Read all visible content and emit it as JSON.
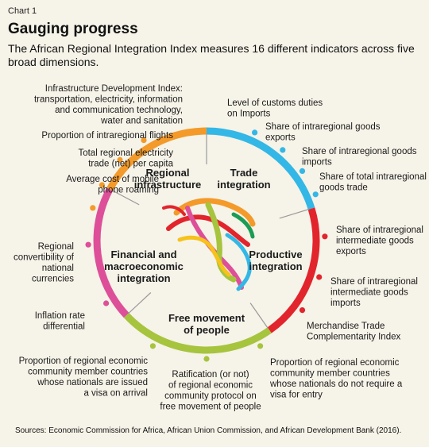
{
  "header": {
    "chart_label": "Chart 1",
    "title": "Gauging progress",
    "subtitle": "The African Regional Integration Index measures 16 different indicators across five broad dimensions."
  },
  "source": "Sources: Economic Commission for Africa, African Union Commission, and African Development Bank (2016).",
  "colors": {
    "background": "#f6f3e8",
    "trade": "#33b7e6",
    "productive": "#e2242c",
    "people": "#a6c43d",
    "financial": "#dd4f98",
    "infrastructure": "#f39a2a"
  },
  "dimensions": [
    {
      "id": "infrastructure",
      "lines": [
        "Regional",
        "infrastructure"
      ]
    },
    {
      "id": "trade",
      "lines": [
        "Trade",
        "integration"
      ]
    },
    {
      "id": "productive",
      "lines": [
        "Productive",
        "integration"
      ]
    },
    {
      "id": "people",
      "lines": [
        "Free movement",
        "of people"
      ]
    },
    {
      "id": "financial",
      "lines": [
        "Financial and",
        "macroeconomic",
        "integration"
      ]
    }
  ],
  "indicators": [
    {
      "dimension": "infrastructure",
      "lines": [
        "Infrastructure Development Index:",
        "transportation, electricity, information",
        "and communication technology,",
        "water and sanitation"
      ]
    },
    {
      "dimension": "infrastructure",
      "lines": [
        "Proportion of intraregional flights"
      ]
    },
    {
      "dimension": "infrastructure",
      "lines": [
        "Total regional electricity",
        "trade (net) per capita"
      ]
    },
    {
      "dimension": "infrastructure",
      "lines": [
        "Average cost of mobile",
        "phone roaming"
      ]
    },
    {
      "dimension": "trade",
      "lines": [
        "Level of customs duties",
        "on Imports"
      ]
    },
    {
      "dimension": "trade",
      "lines": [
        "Share of intraregional goods",
        "exports"
      ]
    },
    {
      "dimension": "trade",
      "lines": [
        "Share of intraregional goods",
        "imports"
      ]
    },
    {
      "dimension": "trade",
      "lines": [
        "Share of total intraregional",
        "goods trade"
      ]
    },
    {
      "dimension": "productive",
      "lines": [
        "Share of intraregional",
        "intermediate goods",
        "exports"
      ]
    },
    {
      "dimension": "productive",
      "lines": [
        "Share of intraregional",
        "intermediate goods",
        "imports"
      ]
    },
    {
      "dimension": "productive",
      "lines": [
        "Merchandise Trade",
        "Complementarity Index"
      ]
    },
    {
      "dimension": "people",
      "lines": [
        "Proportion of regional economic",
        "community member countries",
        "whose nationals do not require a",
        "visa for entry"
      ]
    },
    {
      "dimension": "people",
      "lines": [
        "Ratification (or not)",
        "of regional economic",
        "community protocol on",
        "free movement of people"
      ]
    },
    {
      "dimension": "people",
      "lines": [
        "Proportion of regional economic",
        "community member countries",
        "whose nationals are issued",
        "a visa on arrival"
      ]
    },
    {
      "dimension": "financial",
      "lines": [
        "Inflation rate",
        "differential"
      ]
    },
    {
      "dimension": "financial",
      "lines": [
        "Regional",
        "convertibility of",
        "national",
        "currencies"
      ]
    }
  ]
}
